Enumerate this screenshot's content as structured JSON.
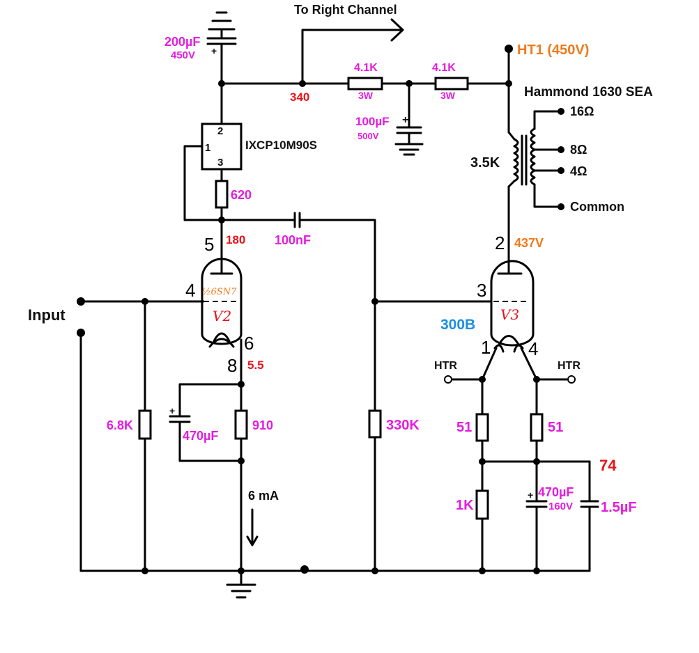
{
  "labels": {
    "to_right_channel": "To Right Channel",
    "ht1": "HT1 (450V)",
    "transformer": "Hammond 1630 SEA",
    "tap_16": "16Ω",
    "tap_8": "8Ω",
    "tap_4": "4Ω",
    "tap_common": "Common",
    "primary_impedance": "3.5K",
    "mosfet": "IXCP10M90S",
    "input": "Input",
    "v2_type": "½6SN7",
    "v2_name": "V2",
    "v3_type": "300B",
    "v3_name": "V3",
    "htr_left": "HTR",
    "htr_right": "HTR"
  },
  "components": {
    "c_reservoir": "200µF",
    "c_reservoir_v": "450V",
    "r_filter1": "4.1K",
    "r_filter1_w": "3W",
    "r_filter2": "4.1K",
    "r_filter2_w": "3W",
    "c_filter": "100µF",
    "c_filter_v": "500V",
    "r_anode": "620",
    "c_coupling": "100nF",
    "r_grid_in": "6.8K",
    "c_cathode_v2": "470µF",
    "r_cathode_v2": "910",
    "r_grid_v3": "330K",
    "r_htr_l": "51",
    "r_htr_r": "51",
    "r_cathode_v3": "1K",
    "c_cathode_v3": "470µF",
    "c_cathode_v3_v": "160V",
    "c_bypass_v3": "1.5µF",
    "current": "6 mA"
  },
  "pins": {
    "mosfet_1": "1",
    "mosfet_2": "2",
    "mosfet_3": "3",
    "v2_anode": "5",
    "v2_grid": "4",
    "v2_cathode": "6",
    "v2_pin8": "8",
    "v3_anode": "2",
    "v3_grid": "3",
    "v3_fil1": "1",
    "v3_fil4": "4"
  },
  "voltages": {
    "node_340": "340",
    "node_180": "180",
    "node_5_5": "5.5",
    "node_437": "437V",
    "node_74": "74"
  },
  "colors": {
    "component_values": "#e41ce0",
    "node_voltages": "#e8141b",
    "supply": "#f07a1a",
    "tube_type": "#1e90e0"
  }
}
